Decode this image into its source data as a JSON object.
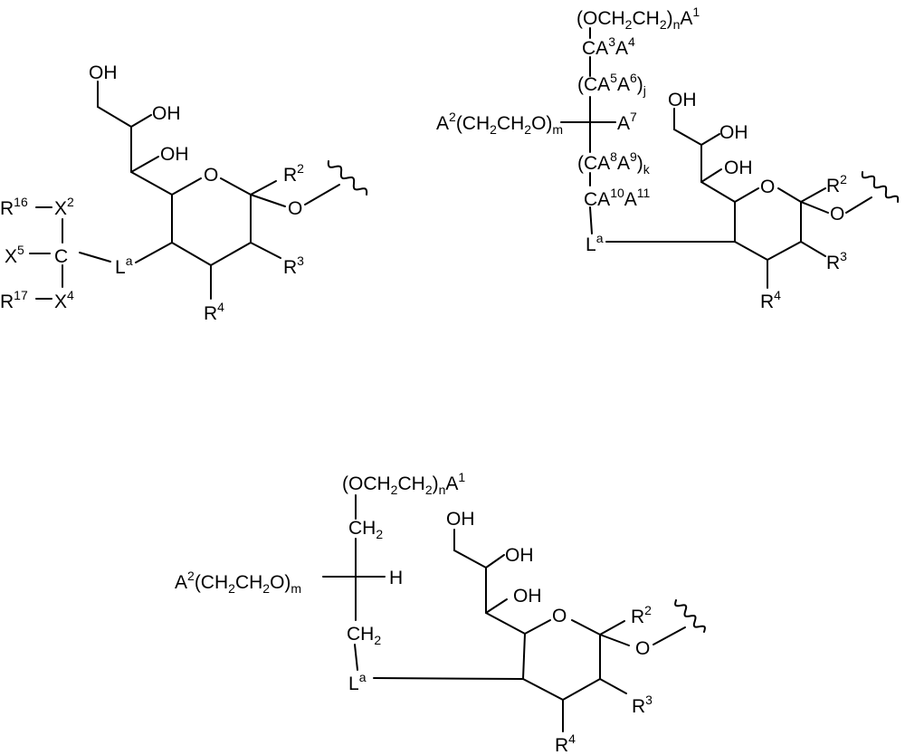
{
  "structures": [
    {
      "name": "structure-1",
      "labels": {
        "oh-top": [
          {
            "t": "OH"
          }
        ],
        "oh-mid": [
          {
            "t": "OH"
          }
        ],
        "oh-low": [
          {
            "t": "OH"
          }
        ],
        "ring-o": [
          {
            "t": "O"
          }
        ],
        "r2": [
          {
            "t": "R"
          },
          {
            "t": "2",
            "k": "sup"
          }
        ],
        "glyco-o": [
          {
            "t": "O"
          }
        ],
        "r3": [
          {
            "t": "R"
          },
          {
            "t": "3",
            "k": "sup"
          }
        ],
        "r4": [
          {
            "t": "R"
          },
          {
            "t": "4",
            "k": "sup"
          }
        ],
        "la": [
          {
            "t": "L"
          },
          {
            "t": "a",
            "k": "sup"
          }
        ],
        "c": [
          {
            "t": "C"
          }
        ],
        "x2": [
          {
            "t": "X"
          },
          {
            "t": "2",
            "k": "sup"
          }
        ],
        "r16": [
          {
            "t": "R"
          },
          {
            "t": "16",
            "k": "sup"
          }
        ],
        "x5": [
          {
            "t": "X"
          },
          {
            "t": "5",
            "k": "sup"
          }
        ],
        "x4": [
          {
            "t": "X"
          },
          {
            "t": "4",
            "k": "sup"
          }
        ],
        "r17": [
          {
            "t": "R"
          },
          {
            "t": "17",
            "k": "sup"
          }
        ]
      }
    },
    {
      "name": "structure-2",
      "labels": {
        "peg-n": [
          {
            "t": "(OCH"
          },
          {
            "t": "2",
            "k": "sub"
          },
          {
            "t": "CH"
          },
          {
            "t": "2",
            "k": "sub"
          },
          {
            "t": ")"
          },
          {
            "t": "n",
            "k": "sub"
          },
          {
            "t": "A"
          },
          {
            "t": "1",
            "k": "sup"
          }
        ],
        "ca3a4": [
          {
            "t": "CA"
          },
          {
            "t": "3",
            "k": "sup"
          },
          {
            "t": "A"
          },
          {
            "t": "4",
            "k": "sup"
          }
        ],
        "ca5a6j": [
          {
            "t": "(CA"
          },
          {
            "t": "5",
            "k": "sup"
          },
          {
            "t": "A"
          },
          {
            "t": "6",
            "k": "sup"
          },
          {
            "t": ")"
          },
          {
            "t": "j",
            "k": "sub"
          }
        ],
        "peg-m": [
          {
            "t": "A"
          },
          {
            "t": "2",
            "k": "sup"
          },
          {
            "t": "(CH"
          },
          {
            "t": "2",
            "k": "sub"
          },
          {
            "t": "CH"
          },
          {
            "t": "2",
            "k": "sub"
          },
          {
            "t": "O)"
          },
          {
            "t": "m",
            "k": "sub"
          }
        ],
        "a7": [
          {
            "t": "A"
          },
          {
            "t": "7",
            "k": "sup"
          }
        ],
        "ca8a9k": [
          {
            "t": "(CA"
          },
          {
            "t": "8",
            "k": "sup"
          },
          {
            "t": "A"
          },
          {
            "t": "9",
            "k": "sup"
          },
          {
            "t": ")"
          },
          {
            "t": "k",
            "k": "sub"
          }
        ],
        "ca10a11": [
          {
            "t": "CA"
          },
          {
            "t": "10",
            "k": "sup"
          },
          {
            "t": "A"
          },
          {
            "t": "11",
            "k": "sup"
          }
        ],
        "la": [
          {
            "t": "L"
          },
          {
            "t": "a",
            "k": "sup"
          }
        ],
        "oh-top": [
          {
            "t": "OH"
          }
        ],
        "oh-mid": [
          {
            "t": "OH"
          }
        ],
        "oh-low": [
          {
            "t": "OH"
          }
        ],
        "ring-o": [
          {
            "t": "O"
          }
        ],
        "r2": [
          {
            "t": "R"
          },
          {
            "t": "2",
            "k": "sup"
          }
        ],
        "glyco-o": [
          {
            "t": "O"
          }
        ],
        "r3": [
          {
            "t": "R"
          },
          {
            "t": "3",
            "k": "sup"
          }
        ],
        "r4": [
          {
            "t": "R"
          },
          {
            "t": "4",
            "k": "sup"
          }
        ]
      }
    },
    {
      "name": "structure-3",
      "labels": {
        "peg-n": [
          {
            "t": "(OCH"
          },
          {
            "t": "2",
            "k": "sub"
          },
          {
            "t": "CH"
          },
          {
            "t": "2",
            "k": "sub"
          },
          {
            "t": ")"
          },
          {
            "t": "n",
            "k": "sub"
          },
          {
            "t": "A"
          },
          {
            "t": "1",
            "k": "sup"
          }
        ],
        "ch2-top": [
          {
            "t": "CH"
          },
          {
            "t": "2",
            "k": "sub"
          }
        ],
        "peg-m": [
          {
            "t": "A"
          },
          {
            "t": "2",
            "k": "sup"
          },
          {
            "t": "(CH"
          },
          {
            "t": "2",
            "k": "sub"
          },
          {
            "t": "CH"
          },
          {
            "t": "2",
            "k": "sub"
          },
          {
            "t": "O)"
          },
          {
            "t": "m",
            "k": "sub"
          }
        ],
        "h": [
          {
            "t": "H"
          }
        ],
        "ch2-bottom": [
          {
            "t": "CH"
          },
          {
            "t": "2",
            "k": "sub"
          }
        ],
        "la": [
          {
            "t": "L"
          },
          {
            "t": "a",
            "k": "sup"
          }
        ],
        "oh-top": [
          {
            "t": "OH"
          }
        ],
        "oh-mid": [
          {
            "t": "OH"
          }
        ],
        "oh-low": [
          {
            "t": "OH"
          }
        ],
        "ring-o": [
          {
            "t": "O"
          }
        ],
        "r2": [
          {
            "t": "R"
          },
          {
            "t": "2",
            "k": "sup"
          }
        ],
        "glyco-o": [
          {
            "t": "O"
          }
        ],
        "r3": [
          {
            "t": "R"
          },
          {
            "t": "3",
            "k": "sup"
          }
        ],
        "r4": [
          {
            "t": "R"
          },
          {
            "t": "4",
            "k": "sup"
          }
        ]
      }
    }
  ]
}
